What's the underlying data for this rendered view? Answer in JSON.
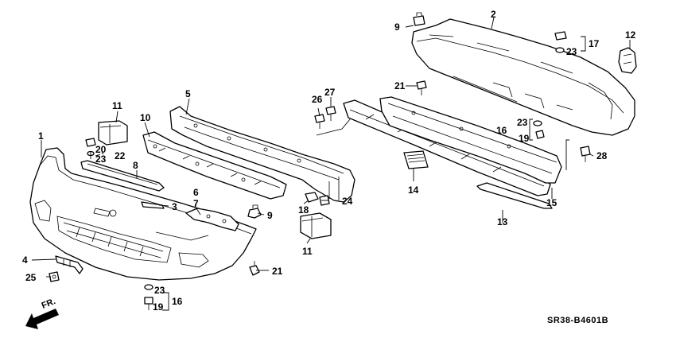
{
  "diagram_code": "SR38-B4601B",
  "direction_label": "FR.",
  "callouts": [
    {
      "id": "c1",
      "text": "1"
    },
    {
      "id": "c2",
      "text": "2"
    },
    {
      "id": "c3",
      "text": "3"
    },
    {
      "id": "c4",
      "text": "4"
    },
    {
      "id": "c5",
      "text": "5"
    },
    {
      "id": "c6",
      "text": "6"
    },
    {
      "id": "c7",
      "text": "7"
    },
    {
      "id": "c8",
      "text": "8"
    },
    {
      "id": "c9a",
      "text": "9"
    },
    {
      "id": "c9b",
      "text": "9"
    },
    {
      "id": "c10",
      "text": "10"
    },
    {
      "id": "c11a",
      "text": "11"
    },
    {
      "id": "c11b",
      "text": "11"
    },
    {
      "id": "c12",
      "text": "12"
    },
    {
      "id": "c13",
      "text": "13"
    },
    {
      "id": "c14",
      "text": "14"
    },
    {
      "id": "c15",
      "text": "15"
    },
    {
      "id": "c16a",
      "text": "16"
    },
    {
      "id": "c16b",
      "text": "16"
    },
    {
      "id": "c17",
      "text": "17"
    },
    {
      "id": "c18",
      "text": "18"
    },
    {
      "id": "c19a",
      "text": "19"
    },
    {
      "id": "c19b",
      "text": "19"
    },
    {
      "id": "c20",
      "text": "20"
    },
    {
      "id": "c21a",
      "text": "21"
    },
    {
      "id": "c21b",
      "text": "21"
    },
    {
      "id": "c22",
      "text": "22"
    },
    {
      "id": "c23a",
      "text": "23"
    },
    {
      "id": "c23b",
      "text": "23"
    },
    {
      "id": "c23c",
      "text": "23"
    },
    {
      "id": "c23d",
      "text": "23"
    },
    {
      "id": "c24",
      "text": "24"
    },
    {
      "id": "c25",
      "text": "25"
    },
    {
      "id": "c26",
      "text": "26"
    },
    {
      "id": "c27",
      "text": "27"
    },
    {
      "id": "c28",
      "text": "28"
    }
  ]
}
